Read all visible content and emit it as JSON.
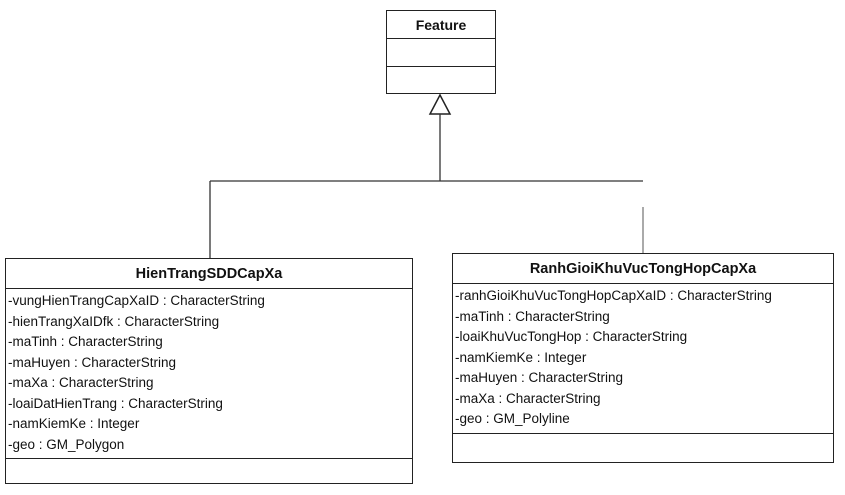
{
  "diagram": {
    "type": "UML class diagram",
    "relationship": "generalization",
    "parent": {
      "name": "Feature",
      "attributes": [],
      "operations": []
    },
    "children": [
      {
        "name": "HienTrangSDDCapXa",
        "attributes": [
          "-vungHienTrangCapXaID : CharacterString",
          "-hienTrangXaIDfk : CharacterString",
          "-maTinh : CharacterString",
          "-maHuyen : CharacterString",
          "-maXa : CharacterString",
          "-loaiDatHienTrang : CharacterString",
          "-namKiemKe : Integer",
          "-geo : GM_Polygon"
        ],
        "operations": []
      },
      {
        "name": "RanhGioiKhuVucTongHopCapXa",
        "attributes": [
          "-ranhGioiKhuVucTongHopCapXaID : CharacterString",
          "-maTinh : CharacterString",
          "-loaiKhuVucTongHop : CharacterString",
          "-namKiemKe : Integer",
          "-maHuyen : CharacterString",
          "-maXa : CharacterString",
          "-geo : GM_Polyline"
        ],
        "operations": []
      }
    ]
  }
}
